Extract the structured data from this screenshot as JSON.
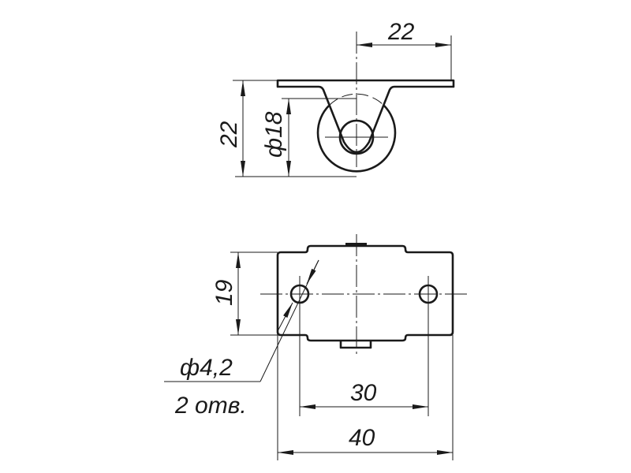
{
  "drawing": {
    "top_view": {
      "width_dim": "22",
      "height_dim": "22",
      "wheel_diameter_dim": "ф18"
    },
    "plan_view": {
      "height_dim": "19",
      "hole_spacing_dim": "30",
      "overall_width_dim": "40",
      "hole_note": "ф4,2",
      "hole_count_note": "2 отв."
    }
  }
}
